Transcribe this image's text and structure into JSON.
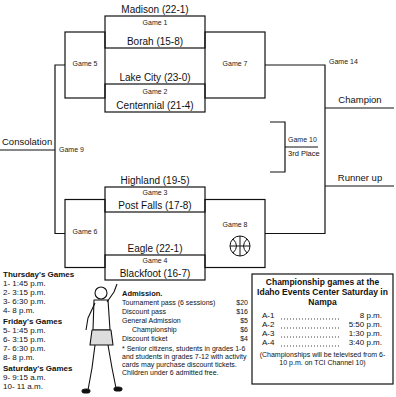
{
  "diagram": {
    "labels": [
      "Madison (22-1)",
      "Game 1",
      "Borah (15-8)",
      "Game 5",
      "Game 7",
      "Game 14",
      "Lake City (23-0)",
      "Game 2",
      "Centennial (21-4)",
      "Champion",
      "Consolation",
      "Game 9",
      "Game 10",
      "3rd Place",
      "Highland (19-5)",
      "Game 3",
      "Post Falls (17-8)",
      "Runner up",
      "Game 6",
      "Game 8",
      "Eagle (22-1)",
      "Game 4",
      "Blackfoot (16-7)",
      "Championship games at the Idaho Events Center Saturday in Nampa",
      "A-1",
      "8 p.m.",
      "A-2",
      "5:50 p.m.",
      "A-3",
      "1:30 p.m.",
      "A-4",
      "3:40 p.m.",
      "(Championships will be televised from 6-10 p.m. on TCI Channel 10)",
      "Thursday's Games",
      "1- 1:45 p.m.",
      "2- 3:15 p.m.",
      "3- 6:30 p.m.",
      "4- 8 p.m.",
      "Friday's Games",
      "5- 1:45 p.m.",
      "6- 3:15 p.m.",
      "7- 6:30 p.m.",
      "8- 8 p.m.",
      "Saturday's Games",
      "9- 9:15 a.m.",
      "10- 11 a.m.",
      "Admission.",
      "Tournament pass (6 sessions)",
      "$20",
      "Discount pass",
      "$16",
      "General Admission",
      "$5",
      "Championship",
      "$6",
      "Discount ticket",
      "$4",
      "* Senior citizens, students in grades 1-6 and students in grades 7-12 with activity cards may purchase discount tickets. Children under 6 admitted free."
    ]
  }
}
